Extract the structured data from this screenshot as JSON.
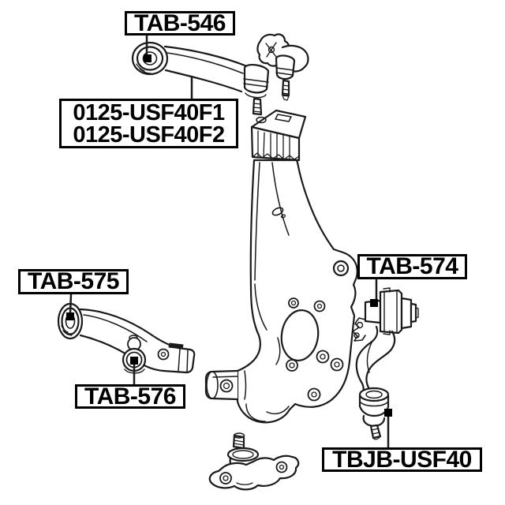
{
  "page": {
    "background": "#ffffff",
    "line_color": "#1a1a1a",
    "label_border_color": "#000000",
    "label_text_color": "#000000",
    "marker_color": "#000000"
  },
  "labels": {
    "tab546": "TAB-546",
    "kit_line1": "0125-USF40F1",
    "kit_line2": "0125-USF40F2",
    "tab575": "TAB-575",
    "tab576": "TAB-576",
    "tab574": "TAB-574",
    "tbjb": "TBJB-USF40"
  },
  "drawing": {
    "type": "exploded-parts-line-diagram",
    "components": [
      "front-upper-control-arm",
      "upper-arm-bushing",
      "stabilizer-link",
      "steering-knuckle",
      "front-lower-control-arm",
      "lower-arm-front-bushing",
      "lower-arm-rear-bushing",
      "rear-upper-arm-bushing",
      "lower-ball-joint"
    ],
    "callouts": [
      {
        "label": "TAB-546",
        "points_to": "upper-arm-bushing"
      },
      {
        "label": "0125-USF40F1 / 0125-USF40F2",
        "points_to": "front-upper-control-arm"
      },
      {
        "label": "TAB-575",
        "points_to": "lower-arm-front-bushing"
      },
      {
        "label": "TAB-576",
        "points_to": "lower-arm-rear-bushing"
      },
      {
        "label": "TAB-574",
        "points_to": "rear-upper-arm-bushing"
      },
      {
        "label": "TBJB-USF40",
        "points_to": "lower-ball-joint"
      }
    ]
  }
}
